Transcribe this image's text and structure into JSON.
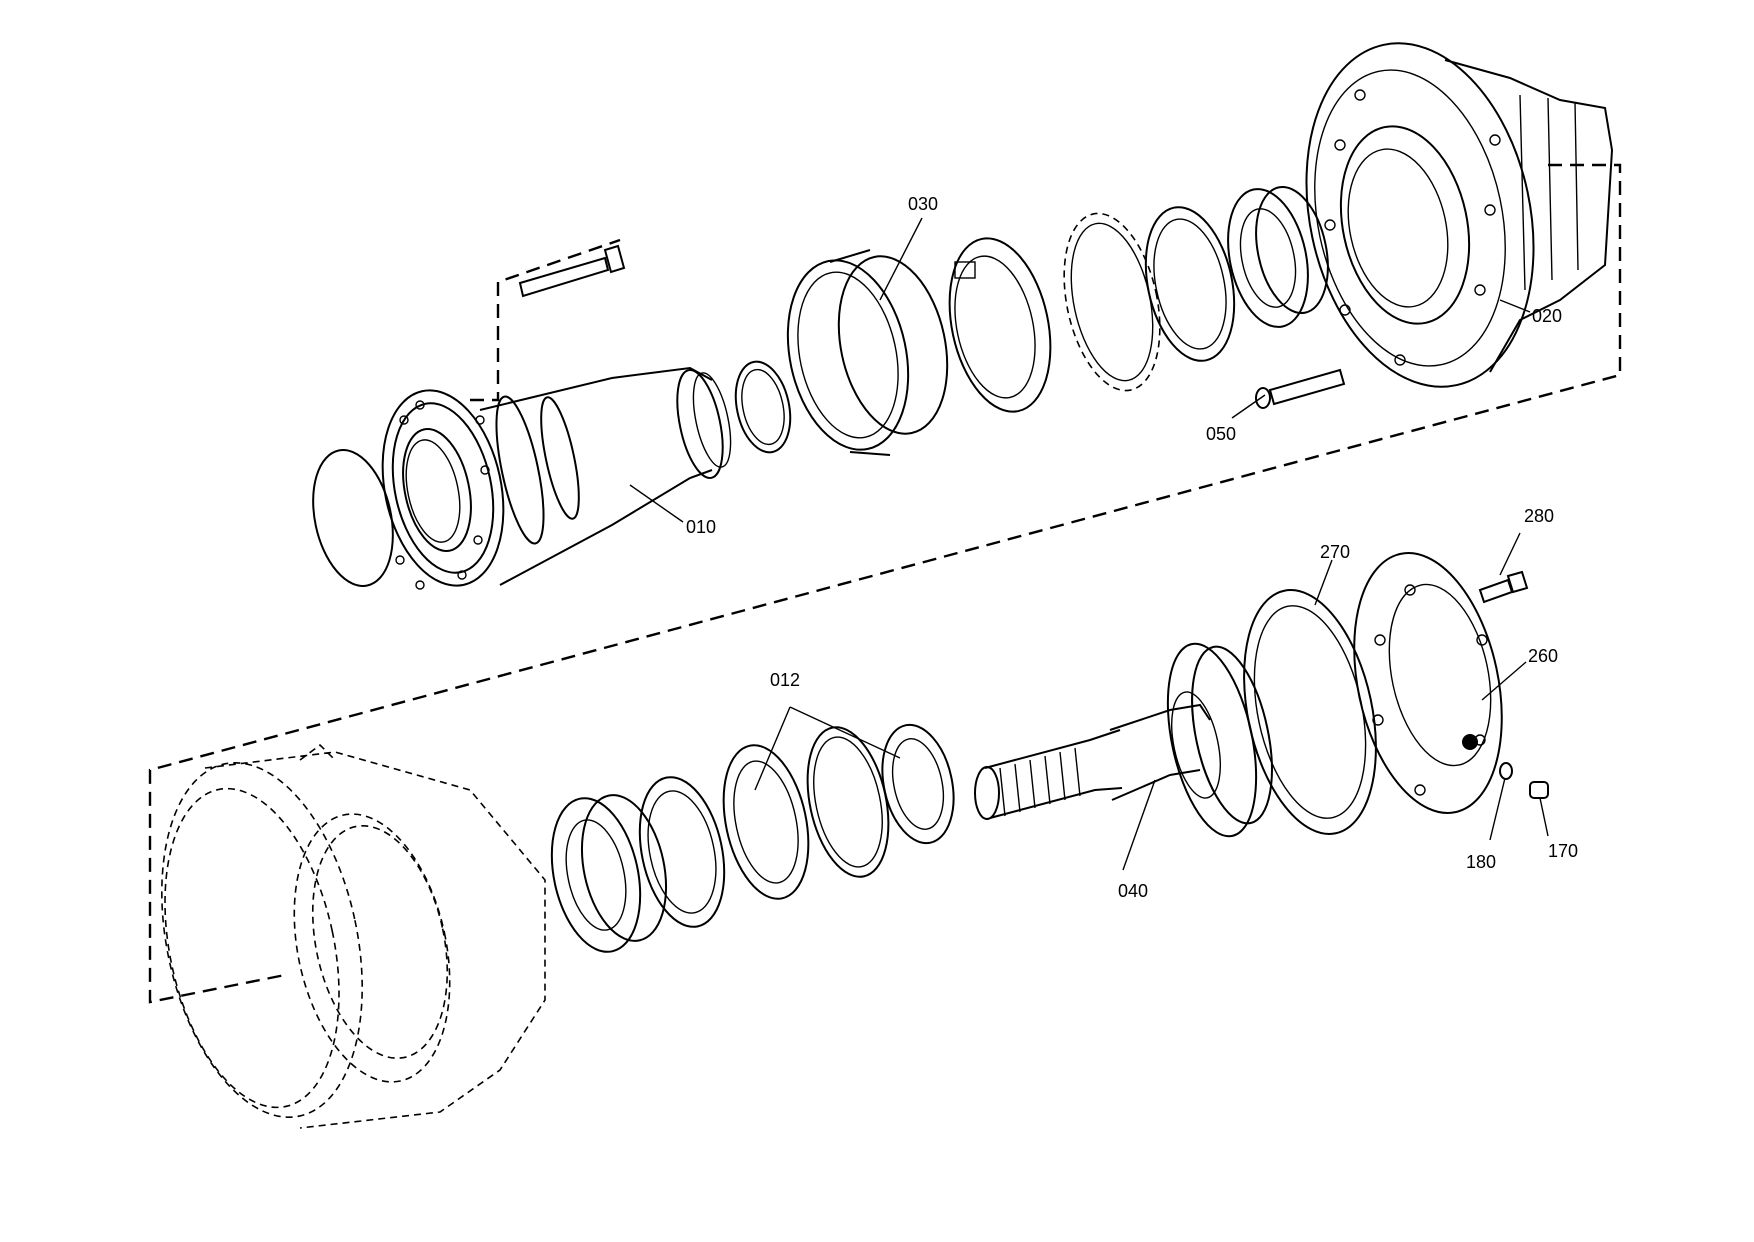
{
  "labels": {
    "l010": "010",
    "l012": "012",
    "l020": "020",
    "l030": "030",
    "l040": "040",
    "l050": "050",
    "l170": "170",
    "l180": "180",
    "l260": "260",
    "l270": "270",
    "l280": "280"
  }
}
